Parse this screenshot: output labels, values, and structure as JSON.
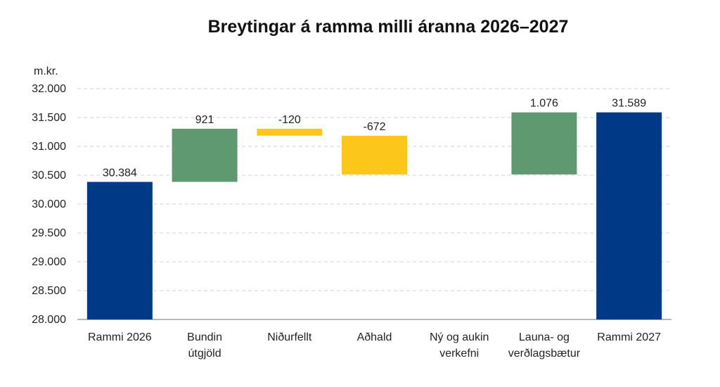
{
  "chart_data": {
    "type": "bar",
    "subtype": "waterfall",
    "title": "Breytingar á ramma milli áranna 2026–2027",
    "ylabel": "m.kr.",
    "xlabel": "",
    "ylim": [
      28000,
      32000
    ],
    "yticks": [
      "28.000",
      "28.500",
      "29.000",
      "29.500",
      "30.000",
      "30.500",
      "31.000",
      "31.500",
      "32.000"
    ],
    "grid": true,
    "legend": "none",
    "categories": [
      [
        "Rammi 2026"
      ],
      [
        "Bundin",
        "útgjöld"
      ],
      [
        "Niðurfellt"
      ],
      [
        "Aðhald"
      ],
      [
        "Ný og aukin",
        "verkefni"
      ],
      [
        "Launa- og",
        "verðlagsbætur"
      ],
      [
        "Rammi 2027"
      ]
    ],
    "bars": [
      {
        "start": 28000,
        "end": 30384,
        "label": "30.384",
        "kind": "total"
      },
      {
        "start": 30384,
        "end": 31305,
        "label": "921",
        "kind": "increase"
      },
      {
        "start": 31305,
        "end": 31185,
        "label": "-120",
        "kind": "decrease"
      },
      {
        "start": 31185,
        "end": 30513,
        "label": "-672",
        "kind": "decrease"
      },
      {
        "start": 30513,
        "end": 30513,
        "label": "",
        "kind": "increase"
      },
      {
        "start": 30513,
        "end": 31589,
        "label": "1.076",
        "kind": "increase"
      },
      {
        "start": 28000,
        "end": 31589,
        "label": "31.589",
        "kind": "total"
      }
    ],
    "colors": {
      "total": "#003a86",
      "increase": "#5f9970",
      "decrease": "#fdc61a",
      "grid": "#d0d0d0",
      "axis": "#8c8c8c"
    }
  }
}
